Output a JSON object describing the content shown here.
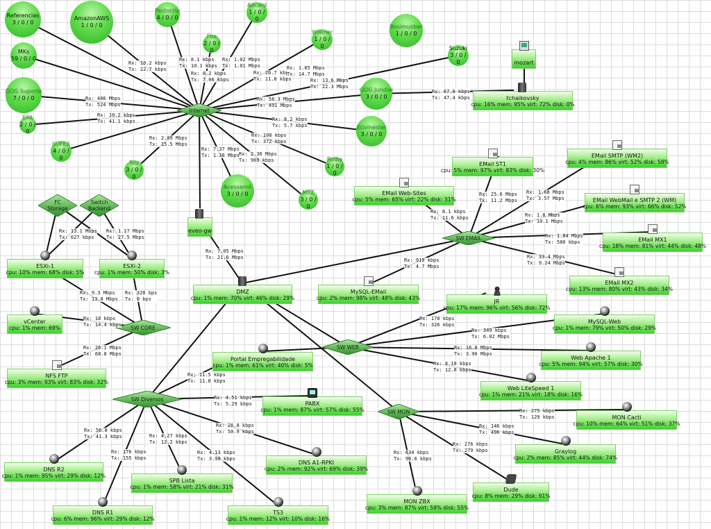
{
  "clouds": [
    {
      "name": "Referencias",
      "stats": "3 / 0 / 0",
      "blur": false
    },
    {
      "name": "AmazonAWS",
      "stats": "1 / 0 / 0",
      "blur": false
    },
    {
      "name": "Pastorzip",
      "stats": "4 / 0 / 0",
      "blur": true
    },
    {
      "name": "Fbx",
      "stats": "2 / 0 / 0",
      "blur": true
    },
    {
      "name": "Adcard",
      "stats": "1 / 0 / 0",
      "blur": true
    },
    {
      "name": "Wilkner",
      "stats": "1 / 0 / 0",
      "blur": true
    },
    {
      "name": "Bosimusber",
      "stats": "1 / 0 / 0",
      "blur": true
    },
    {
      "name": "MKs",
      "stats": "59 / 0 / 0",
      "blur": false
    },
    {
      "name": "Suzuki",
      "stats": "3 / 0 / 0",
      "blur": false
    },
    {
      "name": "GOG Suporte",
      "stats": "7 / 0 / 0",
      "blur": true
    },
    {
      "name": "GOG Jundiai",
      "stats": "3 / 0 / 0",
      "blur": true
    },
    {
      "name": "EPA",
      "stats": "2 / 0 / 0",
      "blur": true
    },
    {
      "name": "Ecomester",
      "stats": "3 / 0 / 0",
      "blur": true
    },
    {
      "name": "SUFEX",
      "stats": "4 / 0 / 0",
      "blur": true
    },
    {
      "name": "Tsiz",
      "stats": "3 / 0 / 0",
      "blur": true
    },
    {
      "name": "Rodia",
      "stats": "1 / 0 / 0",
      "blur": true
    },
    {
      "name": "Acessamil",
      "stats": "3 / 0 / 0",
      "blur": true
    },
    {
      "name": "MTZ",
      "stats": "3 / 0 / 0",
      "blur": true
    }
  ],
  "switches": [
    {
      "name": "Internet",
      "multiline": false
    },
    {
      "name": "FC\nStorage",
      "multiline": true
    },
    {
      "name": "Switch\nBackend",
      "multiline": true
    },
    {
      "name": "SW EMAIL",
      "multiline": false
    },
    {
      "name": "SW CORE",
      "multiline": false
    },
    {
      "name": "SW WEB",
      "multiline": false
    },
    {
      "name": "SW Diversos",
      "multiline": false
    },
    {
      "name": "SW MON",
      "multiline": false
    }
  ],
  "devices": [
    {
      "name": "tchaikovsky",
      "stats": "cpu: 16% mem: 95% virt: 72% disk: 0%",
      "icon": "server"
    },
    {
      "name": "mozart",
      "stats": "",
      "icon": "pc"
    },
    {
      "name": "EMail SMTP (WM2)",
      "stats": "cpu: 4% mem: 86% virt: 52% disk: 58%",
      "icon": "mail"
    },
    {
      "name": "EMail ST1",
      "stats": "cpu: 5% mem: 97% virt: 83% disk: 30%",
      "icon": "mail"
    },
    {
      "name": "EMail Web-Sites",
      "stats": "cpu: 5% mem: 65% virt: 22% disk: 31%",
      "icon": "mail"
    },
    {
      "name": "EMail WebMail e SMTP 2 (WM)",
      "stats": "cpu: 6% mem: 93% virt: 66% disk: 52%",
      "icon": "mail"
    },
    {
      "name": "EMail MX1",
      "stats": "cpu: 18% mem: 81% virt: 44% disk: 48%",
      "icon": "mail"
    },
    {
      "name": "EMail MX2",
      "stats": "cpu: 13% mem: 80% virt: 43% disk: 34%",
      "icon": "mail"
    },
    {
      "name": "eveo-gw",
      "stats": "",
      "icon": "server"
    },
    {
      "name": "ESXi-1",
      "stats": "cpu: 10% mem: 68% disk: 5%",
      "icon": "globe"
    },
    {
      "name": "ESXi-2",
      "stats": "cpu: 1% mem: 50% disk: 3%",
      "icon": "globe"
    },
    {
      "name": "DMZ",
      "stats": "cpu: 1% mem: 70% virt: 46% disk: 29%",
      "icon": "server"
    },
    {
      "name": "MySQL-EMail",
      "stats": "cpu: 2% mem: 98% virt: 48% disk: 43%",
      "icon": "mail"
    },
    {
      "name": "JR",
      "stats": "cpu: 17% mem: 96% virt: 56% disk: 72%",
      "icon": "user"
    },
    {
      "name": "MySQL-Web",
      "stats": "cpu: 1% mem: 79% virt: 50% disk: 29%",
      "icon": "globe"
    },
    {
      "name": "vCenter",
      "stats": "cpu: 1% mem: 69%",
      "icon": "globe"
    },
    {
      "name": "Web Apache 1",
      "stats": "cpu: 5% mem: 94% virt: 57% disk: 30%",
      "icon": "globe"
    },
    {
      "name": "NFS FTP",
      "stats": "cpu: 3% mem: 93% virt: 83% disk: 32%",
      "icon": "mail"
    },
    {
      "name": "Portal Empregabilidade",
      "stats": "cpu: 1% mem: 61% virt: 40% disk: 5%",
      "icon": "globe"
    },
    {
      "name": "Web LiteSpeed 1",
      "stats": "cpu: 1% mem: 21% virt: 18% disk: 16%",
      "icon": "globe"
    },
    {
      "name": "PABX",
      "stats": "cpu: 1% mem: 87% virt: 57% disk: 55%",
      "icon": "terminal"
    },
    {
      "name": "MON Cacti",
      "stats": "cpu: 10% mem: 64% virt: 51% disk: 37%",
      "icon": "globe"
    },
    {
      "name": "Graylog",
      "stats": "cpu: 2% mem: 85% virt: 44% disk: 74%",
      "icon": "globe"
    },
    {
      "name": "DNS A1-RPKI",
      "stats": "cpu: 2% mem: 92% virt: 69% disk: 39%",
      "icon": "globe"
    },
    {
      "name": "DNS R2",
      "stats": "cpu: 1% mem: 95% virt: 29% disk: 12%",
      "icon": "globe"
    },
    {
      "name": "SPB Lista",
      "stats": "cpu: 1% mem: 58% virt: 21% disk: 31%",
      "icon": "globe"
    },
    {
      "name": "Dude",
      "stats": "cpu: 8% mem: 29% disk: 91%",
      "icon": "dude"
    },
    {
      "name": "MON ZBX",
      "stats": "cpu: 3% mem: 87% virt: 59% disk: 55%",
      "icon": "globe"
    },
    {
      "name": "DNS R1",
      "stats": "cpu: 6% mem: 96% virt: 29% disk: 12%",
      "icon": "globe"
    },
    {
      "name": "TS3",
      "stats": "cpu: 1% mem: 12% virt: 10% disk: 16%",
      "icon": "globe"
    }
  ],
  "traffic_labels": [
    {
      "text": "Rx: 10.2 kbps\nTx: 22.7 kbps"
    },
    {
      "text": "Rx: 8.1 kbps\nTx: 10.1 kbps"
    },
    {
      "text": "Rx: 8.2 kbps\nTx: 7.06 kbps"
    },
    {
      "text": "Rx: 1.02 Mbps\nTx: 1.01 Mbps"
    },
    {
      "text": "Rx: 26.7 kbps\nTx: 11.8 kbps"
    },
    {
      "text": "Rx: 1.85 Mbps\nTx: 14.7 Mbps"
    },
    {
      "text": "Rx: 13.6 Mbps\nTx: 22.3 Mbps"
    },
    {
      "text": "Rx: 486 Mbps\nTx: 524 Mbps"
    },
    {
      "text": "Rx: 58.3 Mbps\nTx: 491 Mbps"
    },
    {
      "text": "Rx: 67.8 kbps\nTx: 47.4 kbps"
    },
    {
      "text": "Rx: 10.2 kbps\nTx: 41.1 kbps"
    },
    {
      "text": "Rx: 8.2 kbps\nTx: 5.7 kbps"
    },
    {
      "text": "Rx: 108 kbps\nTx: 372 kbps"
    },
    {
      "text": "Rx: 2.09 Mbps\nTx: 15.5 Mbps"
    },
    {
      "text": "Rx: 7.37 Mbps\nTx: 1.38 Mbps"
    },
    {
      "text": "Rx: 2.36 Mbps\nTx: 969 kbps"
    },
    {
      "text": "Rx: 25.6 Mbps\nTx: 11.2 Mbps"
    },
    {
      "text": "Rx: 1.68 Mbps\nTx: 3.57 Mbps"
    },
    {
      "text": "Rx: 8.1 kbps\nTx: 11.6 kbps"
    },
    {
      "text": "Rx: 1.8 Mbps\nTx: 10.1 Mbps"
    },
    {
      "text": "Rx: 13.1 Mbps\nTx: 627 kbps"
    },
    {
      "text": "Rx: 1.17 Mbps\nTx: 27.5 Mbps"
    },
    {
      "text": "Rx: 1.84 Mbps\nTx: 580 kbps"
    },
    {
      "text": "Rx: 7.05 Mbps\nTx: 21.6 Mbps"
    },
    {
      "text": "Rx: 33.4 Mbps\nTx: 9.24 Mbps"
    },
    {
      "text": "Rx: 919 kbps\nTx: 4.7 Mbps"
    },
    {
      "text": "Rx: 9.3 Mbps\nTx: 13.8 Mbps"
    },
    {
      "text": "Rx: 328 bps\nTx: 0 bps"
    },
    {
      "text": "Rx: 18 kbps\nTx: 14.4 kbps"
    },
    {
      "text": "Rx: 178 kbps\nTx: 326 kbps"
    },
    {
      "text": "Rx: 349 kbps\nTx: 6.02 Mbps"
    },
    {
      "text": "Rx: 26.1 Mbps\nTx: 68.8 Mbps"
    },
    {
      "text": "Rx: 16.8 Mbps\nTx: 3.96 Mbps"
    },
    {
      "text": "Rx: 8.18 kbps\nTx: 12.8 kbps"
    },
    {
      "text": "Rx: 11.5 kbps\nTx: 11.8 kbps"
    },
    {
      "text": "Rx: 4.51 kbps\nTx: 5.29 kbps"
    },
    {
      "text": "Rx: 275 kbps\nTx: 129 kbps"
    },
    {
      "text": "Rx: 26.8 kbps\nTx: 50.9 kbps"
    },
    {
      "text": "Rx: 146 kbps\nTx: 496 kbps"
    },
    {
      "text": "Rx: 56.8 kbps\nTx: 41.3 kbps"
    },
    {
      "text": "Rx: 4.27 kbps\nTx: 12.2 kbps"
    },
    {
      "text": "Rx: 276 kbps\nTx: 279 kbps"
    },
    {
      "text": "Rx: 176 kbps\nTx: 155 kbps"
    },
    {
      "text": "Rx: 4.13 kbps\nTx: 3.98 kbps"
    },
    {
      "text": "Rx: 634 kbps\nTx: 96.6 kbps"
    }
  ]
}
